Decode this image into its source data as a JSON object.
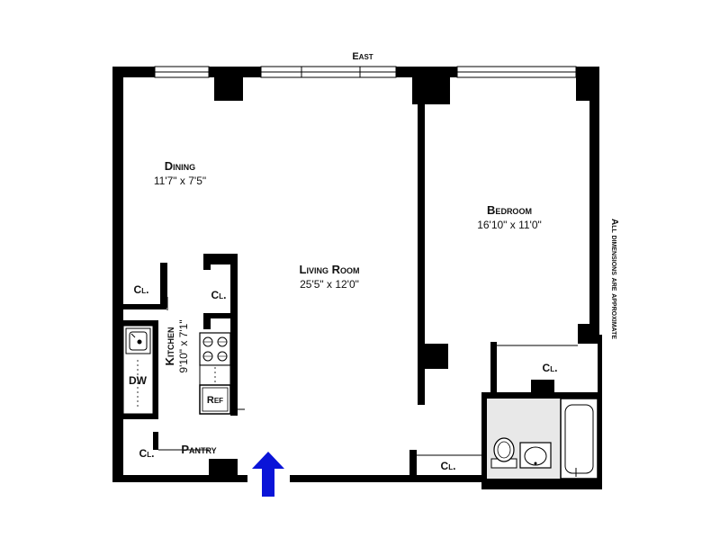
{
  "compass": {
    "label": "East"
  },
  "note": "All dimensions are approximate",
  "rooms": {
    "dining": {
      "name": "Dining",
      "dims": "11'7\"  x  7'5\""
    },
    "living": {
      "name": "Living Room",
      "dims": "25'5\"  x  12'0\""
    },
    "bedroom": {
      "name": "Bedroom",
      "dims": "16'10\"  x  11'0\""
    },
    "kitchen": {
      "name": "Kitchen",
      "dims": "9'10\"  x  7'1\""
    },
    "pantry": {
      "name": "Pantry"
    }
  },
  "labels": {
    "closet": "Cl.",
    "dishwasher": "DW",
    "refrigerator": "Ref"
  },
  "colors": {
    "wall": "#000000",
    "bathroom_fill": "#e8e8e8",
    "entry_arrow": "#0a14d8"
  }
}
